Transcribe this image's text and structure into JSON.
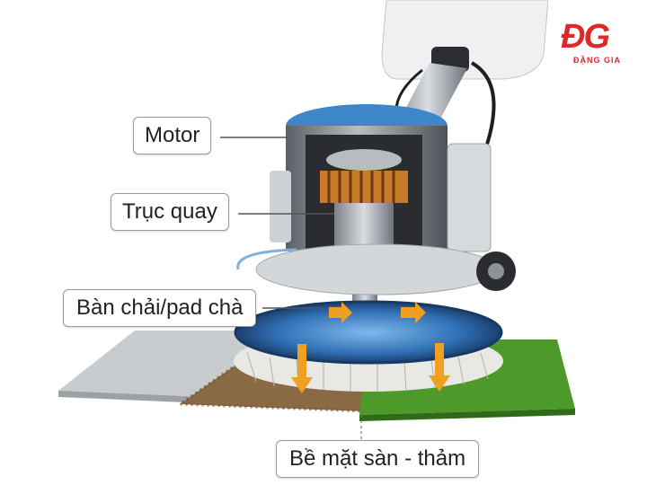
{
  "labels": {
    "motor": "Motor",
    "truc_quay": "Trục quay",
    "ban_chai": "Bàn chải/pad chà",
    "be_mat": "Bề mặt sàn - thảm"
  },
  "logo": {
    "mark": "ĐG",
    "sub": "ĐẶNG GIA"
  },
  "colors": {
    "brand_red": "#e02828",
    "accent_blue": "#3f86c8",
    "arrow_orange": "#f0a020",
    "grass_green": "#4d9a2a"
  }
}
